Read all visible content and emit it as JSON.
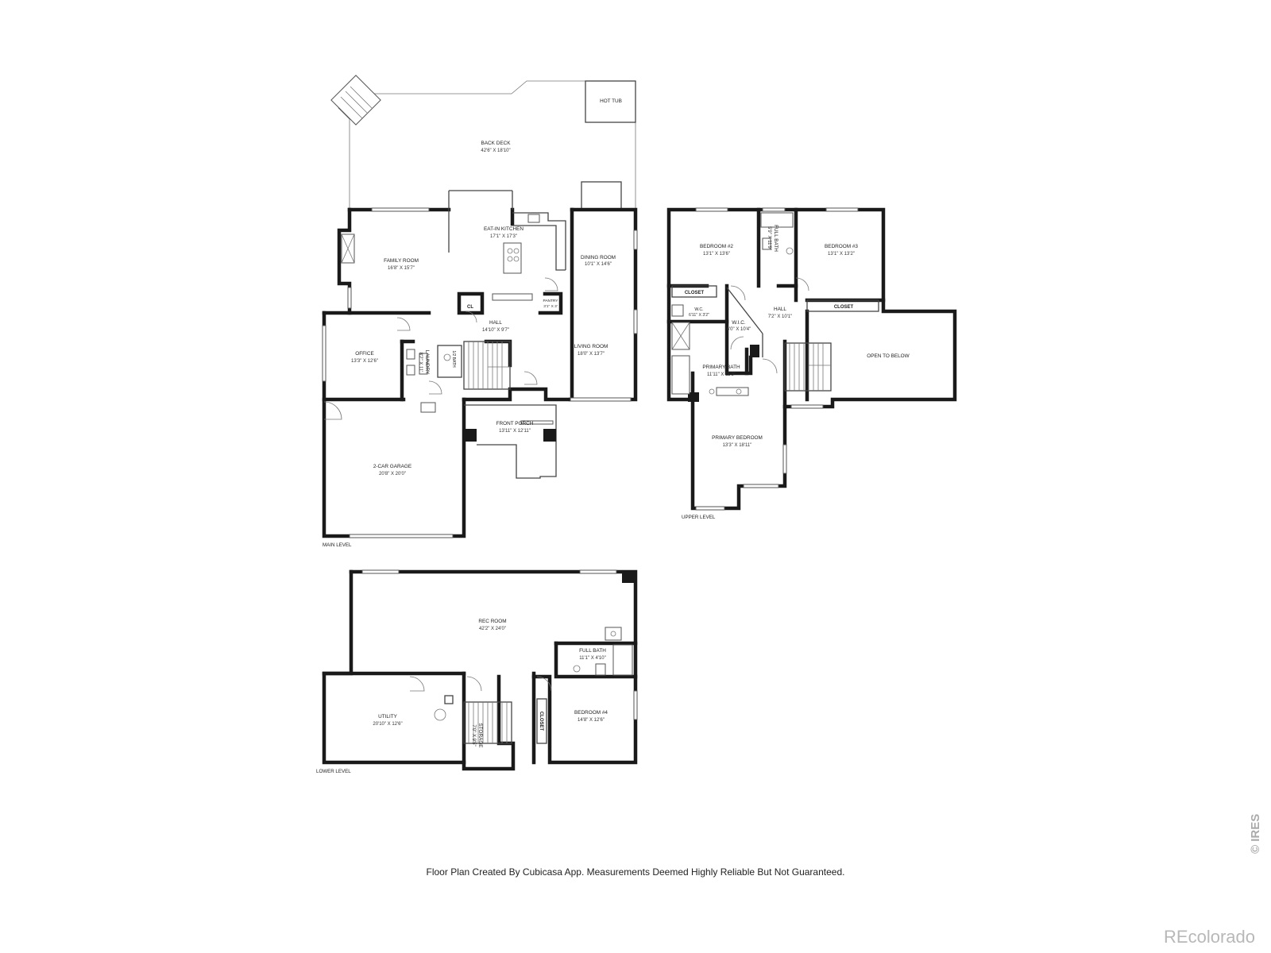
{
  "levels": {
    "main": "MAIN LEVEL",
    "upper": "UPPER LEVEL",
    "lower": "LOWER LEVEL"
  },
  "rooms": {
    "back_deck": {
      "name": "BACK DECK",
      "dim": "42'6\" X 18'10\""
    },
    "hot_tub": {
      "name": "HOT TUB"
    },
    "family_room": {
      "name": "FAMILY ROOM",
      "dim": "16'8\" X 15'7\""
    },
    "kitchen": {
      "name": "EAT-IN KITCHEN",
      "dim": "17'1\" X 17'3\""
    },
    "dining_room": {
      "name": "DINING ROOM",
      "dim": "10'1\" X 14'6\""
    },
    "pantry": {
      "name": "PANTRY",
      "dim": "3'1\" X 3'"
    },
    "closet_cl": {
      "name": "CL"
    },
    "hall_main": {
      "name": "HALL",
      "dim": "14'10\" X 9'7\""
    },
    "office": {
      "name": "OFFICE",
      "dim": "13'3\" X 12'6\""
    },
    "laundry": {
      "name": "LAUNDRY",
      "dim": "8'2\" X 11'"
    },
    "half_bath": {
      "name": "1/2 BATH"
    },
    "living_room": {
      "name": "LIVING ROOM",
      "dim": "18'0\" X 13'7\""
    },
    "front_porch": {
      "name": "FRONT PORCH",
      "dim": "13'11\" X 12'11\""
    },
    "garage": {
      "name": "2-CAR GARAGE",
      "dim": "20'8\" X 20'0\""
    },
    "bedroom2": {
      "name": "BEDROOM #2",
      "dim": "13'1\" X 13'6\""
    },
    "full_bath_upper": {
      "name": "FULL BATH",
      "dim": "5'9\" X 11'9\""
    },
    "bedroom3": {
      "name": "BEDROOM #3",
      "dim": "13'1\" X 13'2\""
    },
    "closet_b2": {
      "name": "CLOSET"
    },
    "closet_b3": {
      "name": "CLOSET"
    },
    "wc": {
      "name": "W.C.",
      "dim": "6'11\" X 3'2\""
    },
    "wic": {
      "name": "W.I.C.",
      "dim": "6'0\" X 10'4\""
    },
    "hall_upper": {
      "name": "HALL",
      "dim": "7'2\" X 10'1\""
    },
    "open_below": {
      "name": "OPEN TO BELOW"
    },
    "primary_bath": {
      "name": "PRIMARY BATH",
      "dim": "11'11\" X 11'3\""
    },
    "primary_bedroom": {
      "name": "PRIMARY BEDROOM",
      "dim": "13'3\" X 18'11\""
    },
    "rec_room": {
      "name": "REC ROOM",
      "dim": "42'2\" X 24'0\""
    },
    "full_bath_lower": {
      "name": "FULL BATH",
      "dim": "11'1\" X 4'10\""
    },
    "bedroom4": {
      "name": "BEDROOM #4",
      "dim": "14'8\" X 12'6\""
    },
    "closet_b4": {
      "name": "CLOSET"
    },
    "utility": {
      "name": "UTILITY",
      "dim": "20'10\" X 12'6\""
    },
    "storage": {
      "name": "STORAGE",
      "dim": "7'0\" X 9'5\""
    }
  },
  "footer": {
    "disclaimer": "Floor Plan Created By Cubicasa App. Measurements Deemed Highly Reliable But Not Guaranteed."
  },
  "watermark": {
    "brand": "REcolorado",
    "side": "© IRES"
  }
}
